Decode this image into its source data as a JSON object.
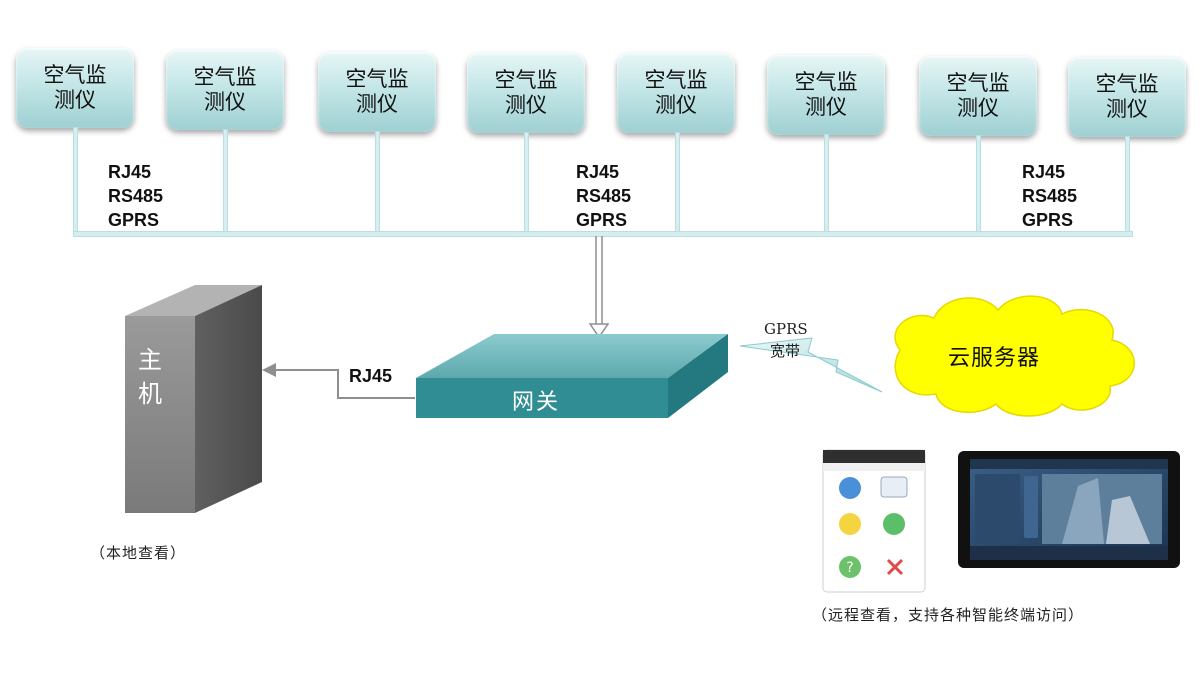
{
  "sensor": {
    "line1": "空气监",
    "line2": "测仪"
  },
  "sensors": [
    {
      "id": 1
    },
    {
      "id": 2
    },
    {
      "id": 3
    },
    {
      "id": 4
    },
    {
      "id": 5
    },
    {
      "id": 6
    },
    {
      "id": 7
    },
    {
      "id": 8
    }
  ],
  "protocols": {
    "line1": "RJ45",
    "line2": "RS485",
    "line3": "GPRS"
  },
  "gateway": {
    "label": "网关"
  },
  "host": {
    "line1": "主",
    "line2": "机",
    "link_label": "RJ45",
    "caption": "（本地查看）"
  },
  "cloud": {
    "label": "云服务器",
    "link_line1": "GPRS",
    "link_line2": "宽带"
  },
  "remote": {
    "caption": "（远程查看，支持各种智能终端访问）"
  },
  "colors": {
    "gateway_top": "#6fb9bd",
    "gateway_front": "#2f8d93",
    "cloud": "#ffff00",
    "host": "#8a8a8a",
    "sensor": "#bfe4e5"
  }
}
